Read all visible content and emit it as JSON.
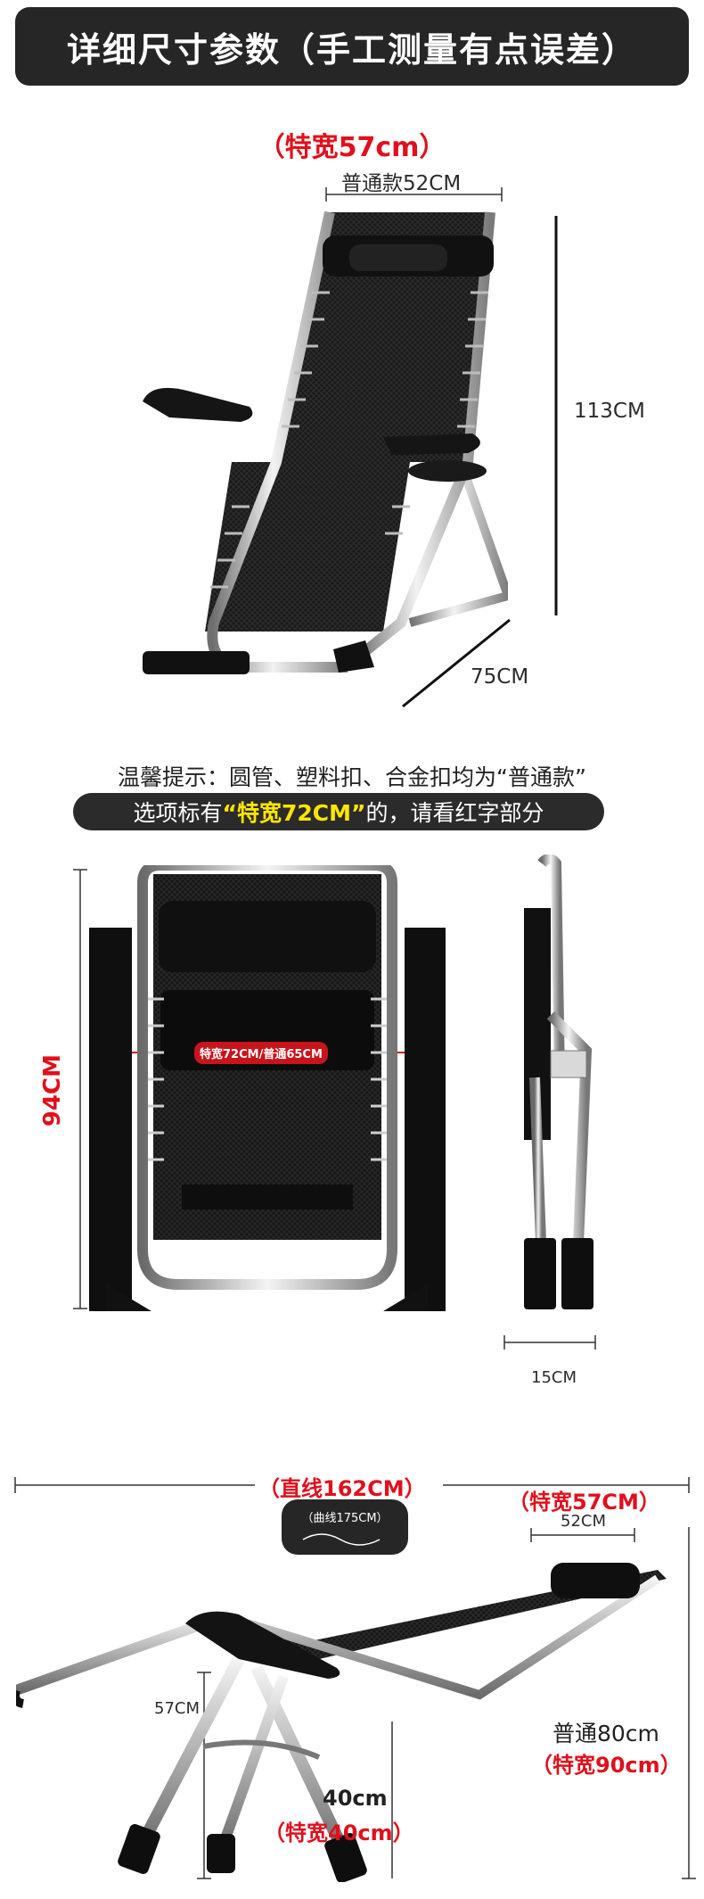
{
  "header": {
    "title": "详细尺寸参数（手工测量有点误差）"
  },
  "section1": {
    "wide_width": "（特宽57cm）",
    "normal_width": "普通款52CM",
    "height": "113CM",
    "depth": "75CM"
  },
  "notice": {
    "line1": "温馨提示：圆管、塑料扣、合金扣均为“普通款”",
    "line2_pre": "选项标有",
    "line2_highlight": "“特宽72CM”",
    "line2_post": "的，请看红字部分"
  },
  "section2": {
    "width_label": "特宽72CM/普通65CM",
    "height": "94CM",
    "folded_thickness": "15CM"
  },
  "section3": {
    "length": "（直线162CM）",
    "curve_length": "（曲线175CM）",
    "wide_width": "（特宽57CM）",
    "normal_width": "52CM",
    "seat_height": "57CM",
    "leg_span": "40cm",
    "leg_span_wide": "（特宽40cm）",
    "armrest_normal": "普通80cm",
    "armrest_wide": "（特宽90cm）"
  },
  "colors": {
    "accent_red": "#e0101c",
    "highlight_yellow": "#ffe600",
    "dark_panel": "#262626"
  }
}
